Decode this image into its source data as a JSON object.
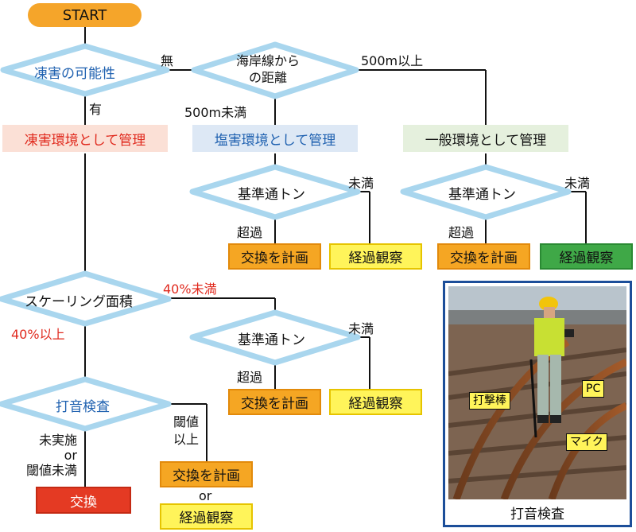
{
  "start": "START",
  "decisions": {
    "frost": "凍害の可能性",
    "coast_line1": "海岸線から",
    "coast_line2": "の距離",
    "tons1": "基準通トン",
    "tons2": "基準通トン",
    "tons3": "基準通トン",
    "scaling": "スケーリング面積",
    "hammer": "打音検査"
  },
  "edge_labels": {
    "none": "無",
    "yes": "有",
    "over500": "500m以上",
    "under500": "500m未満",
    "under1": "未満",
    "over1": "超過",
    "under2": "未満",
    "over2": "超過",
    "under40": "40%未満",
    "above40": "40%以上",
    "under3": "未満",
    "over3": "超過",
    "not_done_1": "未実施",
    "not_done_or": "or",
    "not_done_2": "閾値未満",
    "threshold_1": "閾値",
    "threshold_2": "以上",
    "or": "or"
  },
  "envs": {
    "frost_env": "凍害環境として管理",
    "salt_env": "塩害環境として管理",
    "general_env": "一般環境として管理"
  },
  "actions": {
    "plan": "交換を計画",
    "observe": "経過観察",
    "replace": "交換"
  },
  "photo": {
    "caption": "打音検査",
    "tag_pc": "PC",
    "tag_hammer": "打撃棒",
    "tag_mic": "マイク"
  },
  "colors": {
    "diamond_fill": "#ffffff",
    "diamond_stroke": "#a9d6ee",
    "frost_env_bg": "#fbe0d6",
    "salt_env_bg": "#dde8f5",
    "general_env_bg": "#e5f0dd",
    "orange": "#f5a623",
    "yellow": "#fff45a",
    "green": "#3fa847",
    "red": "#e43a23"
  }
}
